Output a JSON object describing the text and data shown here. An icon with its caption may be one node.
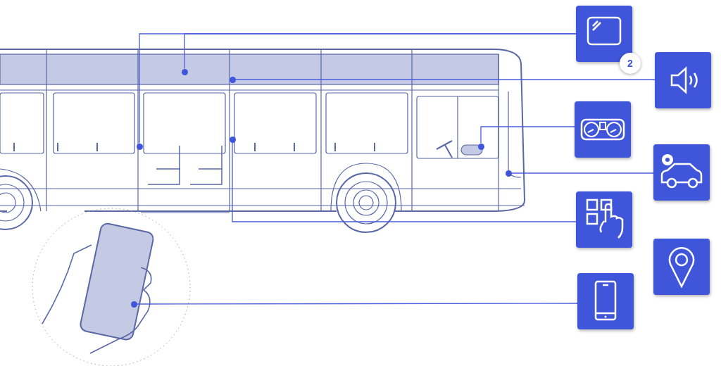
{
  "diagram": {
    "nodes": [
      {
        "text": [],
        "shape": "box",
        "beside": [
          "2"
        ]
      },
      {
        "text": [],
        "shape": "box"
      },
      {
        "text": [],
        "shape": "box"
      },
      {
        "text": [],
        "shape": "box"
      },
      {
        "text": [],
        "shape": "box"
      },
      {
        "text": [],
        "shape": "box"
      },
      {
        "text": [],
        "shape": "box"
      },
      {
        "text": [],
        "shape": "circle"
      },
      {
        "text": [],
        "shape": "circle"
      },
      {
        "text": [],
        "shape": "circle"
      },
      {
        "text": [],
        "shape": "circle"
      },
      {
        "text": [],
        "shape": "circle"
      },
      {
        "text": [],
        "shape": "circle"
      },
      {
        "text": [],
        "shape": "circle"
      }
    ],
    "edges": [
      {
        "from": 0,
        "to": 7,
        "arrow": "none"
      },
      {
        "from": 0,
        "to": 8,
        "arrow": "none"
      },
      {
        "from": 1,
        "to": 9,
        "arrow": "none"
      },
      {
        "from": 2,
        "to": 11,
        "arrow": "none"
      },
      {
        "from": 3,
        "to": 12,
        "arrow": "none"
      },
      {
        "from": 4,
        "to": 10,
        "arrow": "none"
      },
      {
        "from": 6,
        "to": 13,
        "arrow": "none"
      }
    ]
  }
}
